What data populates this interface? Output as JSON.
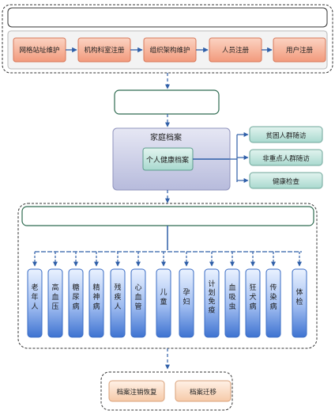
{
  "top_row": [
    "网格站址维护",
    "机构科室注册",
    "组织架构维护",
    "人员注册",
    "用户注册"
  ],
  "family": {
    "title": "家庭档案",
    "inner": "个人健康档案"
  },
  "side_items": [
    "贫困人群随访",
    "非重点人群随访",
    "健康检查"
  ],
  "columns": [
    "老年人",
    "高血压",
    "糖尿病",
    "精神病",
    "残疾人",
    "心血管",
    "儿童",
    "孕妇",
    "计划免疫",
    "血吸虫",
    "狂犬病",
    "传染病",
    "体检"
  ],
  "bottom_items": [
    "档案注销恢复",
    "档案迁移"
  ],
  "colors": {
    "orange_box": "#f4a58a",
    "blue_column": "#4a7fd8",
    "green_box": "#bde3dc",
    "purple_box": "#c9cbe3",
    "connector": "#2f5fa8",
    "dash_border": "#333333",
    "green_border": "#2e6b50"
  }
}
